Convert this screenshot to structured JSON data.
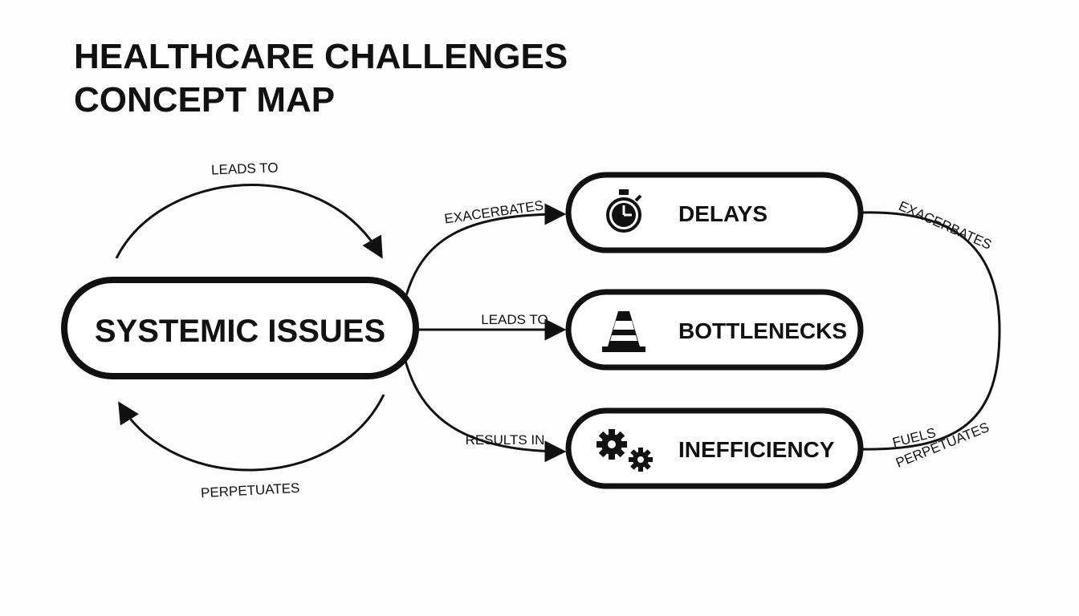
{
  "title": {
    "line1": "HEALTHCARE CHALLENGES",
    "line2": "CONCEPT MAP"
  },
  "nodes": {
    "center": {
      "label": "SYSTEMIC ISSUES"
    },
    "delays": {
      "label": "DELAYS",
      "icon": "stopwatch-icon"
    },
    "bottlenecks": {
      "label": "BOTTLENECKS",
      "icon": "traffic-cone-icon"
    },
    "inefficiency": {
      "label": "INEFFICIENCY",
      "icon": "gears-icon"
    }
  },
  "edges": {
    "loop_top": "LEADS TO",
    "loop_bottom": "PERPETUATES",
    "to_delays": "EXACERBATES",
    "to_bottlenecks": "LEADS TO",
    "to_inefficiency": "RESULTS IN",
    "delays_to_right": "EXACERBATES",
    "inefficiency_fuels": "FUELS",
    "inefficiency_perpetuates": "PERPETUATES"
  },
  "colors": {
    "stroke": "#111111",
    "background": "#fdfdfd"
  }
}
